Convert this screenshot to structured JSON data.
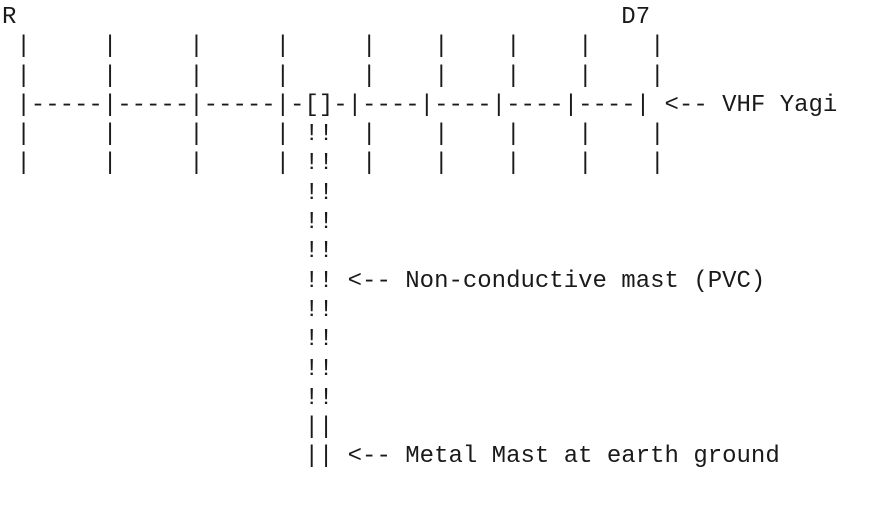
{
  "diagram": {
    "lines": [
      "R                                          D7",
      " |     |     |     |     |    |    |    |    |",
      " |     |     |     |     |    |    |    |    |",
      " |-----|-----|-----|-[]-|----|----|----|----| <-- VHF Yagi",
      " |     |     |     | !!  |    |    |    |    |",
      " |     |     |     | !!  |    |    |    |    |",
      "                     !!",
      "                     !!",
      "                     !!",
      "                     !! <-- Non-conductive mast (PVC)",
      "                     !!",
      "                     !!",
      "                     !!",
      "                     !!",
      "                     ||",
      "                     || <-- Metal Mast at earth ground"
    ]
  }
}
